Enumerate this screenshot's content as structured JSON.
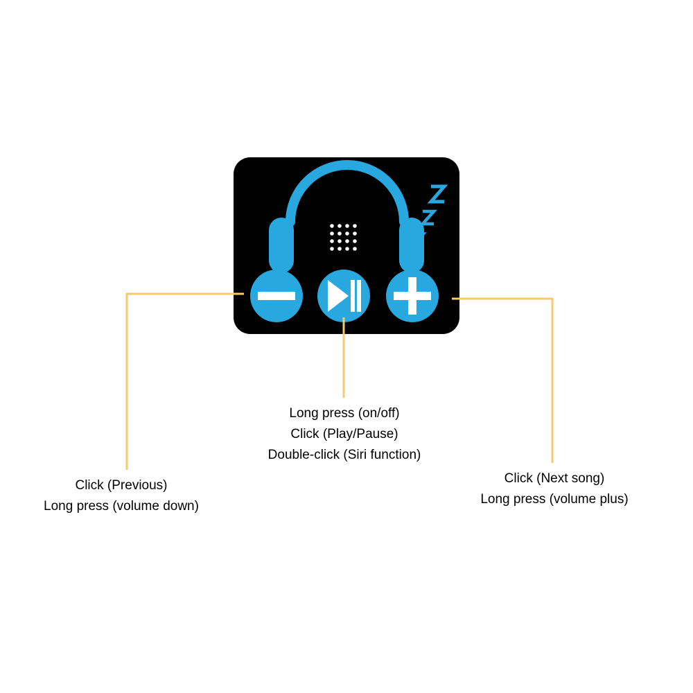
{
  "colors": {
    "background": "#ffffff",
    "device_body": "#000000",
    "accent_blue": "#29a8e0",
    "callout_line": "#f7c96f"
  },
  "device": {
    "icons": [
      "headphones-icon",
      "sleep-zzz-icon",
      "speaker-grille-icon",
      "minus-icon",
      "play-pause-icon",
      "plus-icon"
    ]
  },
  "buttons": {
    "minus": {
      "lines": [
        "Click (Previous)",
        "Long press (volume down)"
      ]
    },
    "play_pause": {
      "lines": [
        "Long press (on/off)",
        "Click (Play/Pause)",
        "Double-click (Siri function)"
      ]
    },
    "plus": {
      "lines": [
        "Click (Next song)",
        "Long press (volume plus)"
      ]
    }
  }
}
